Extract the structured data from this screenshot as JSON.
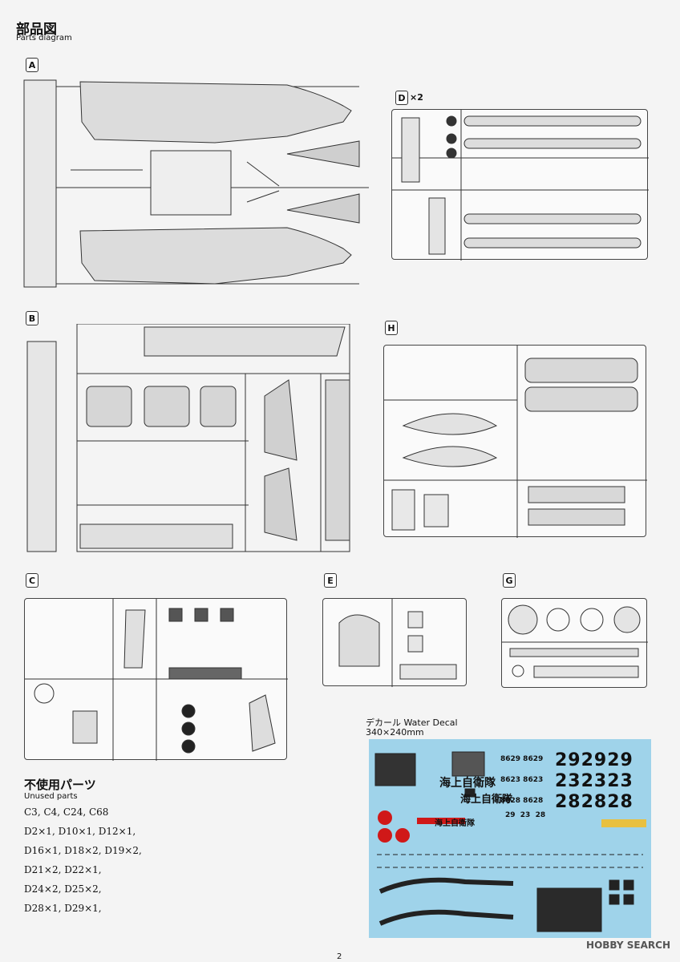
{
  "header": {
    "title_jp": "部品図",
    "title_en": "Parts diagram"
  },
  "runners": [
    {
      "letter": "A",
      "multiplier": ""
    },
    {
      "letter": "D",
      "multiplier": "×2"
    },
    {
      "letter": "B",
      "multiplier": ""
    },
    {
      "letter": "H",
      "multiplier": ""
    },
    {
      "letter": "C",
      "multiplier": ""
    },
    {
      "letter": "E",
      "multiplier": ""
    },
    {
      "letter": "G",
      "multiplier": ""
    }
  ],
  "unused": {
    "title_jp": "不使用パーツ",
    "title_en": "Unused parts",
    "lines": [
      "C3, C4, C24, C68",
      "D2×1, D10×1, D12×1,",
      "D16×1, D18×2, D19×2,",
      "D21×2, D22×1,",
      "D24×2, D25×2,",
      "D28×1, D29×1,"
    ]
  },
  "decal": {
    "title": "デカール Water Decal",
    "size": "340×240mm",
    "numbers": [
      "292929",
      "232323",
      "282828"
    ],
    "small_numbers": [
      "8629 8629",
      "8623 8623",
      "8628 8628",
      "29  23  28"
    ],
    "kanji": "海上自衛隊"
  },
  "watermark": "HOBBY SEARCH",
  "page_number": "2"
}
